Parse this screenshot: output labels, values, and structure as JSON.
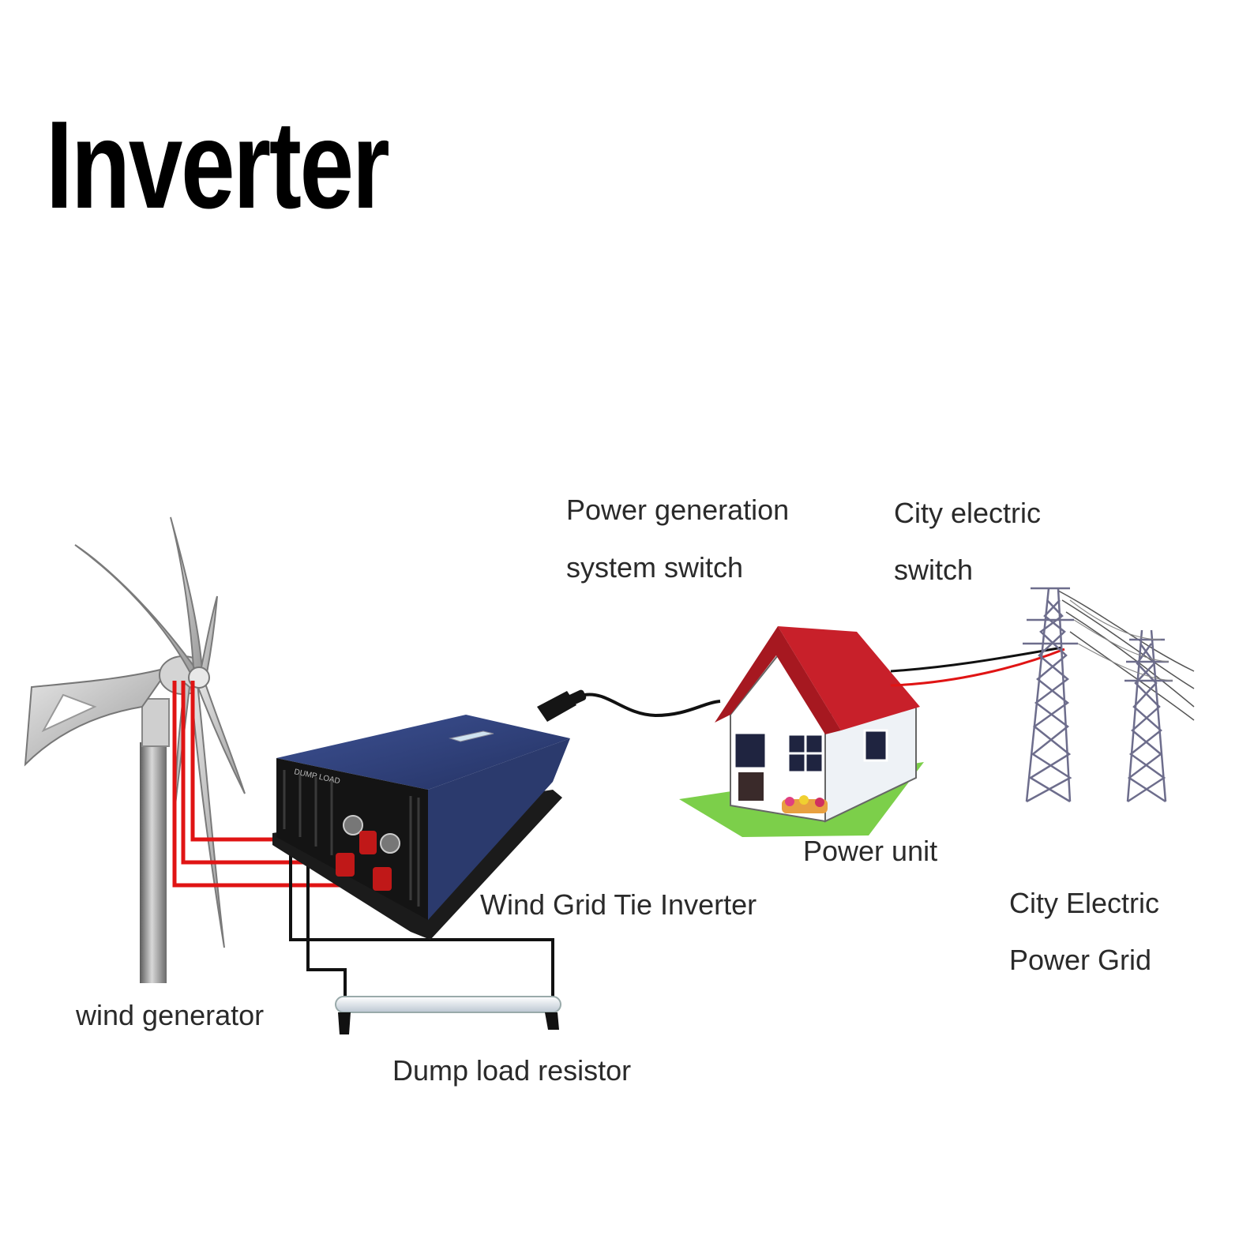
{
  "title": "Inverter",
  "labels": {
    "power_generation_switch_line1": "Power generation",
    "power_generation_switch_line2": "system switch",
    "city_electric_switch_line1": "City electric",
    "city_electric_switch_line2": "switch",
    "power_unit": "Power unit",
    "wind_grid_tie_inverter": "Wind Grid Tie Inverter",
    "city_grid_line1": "City Electric",
    "city_grid_line2": "Power Grid",
    "wind_generator": "wind generator",
    "dump_load_resistor": "Dump load resistor"
  },
  "inverter_panel_text": "DUMP LOAD",
  "colors": {
    "inverter_blue": "#2f3f73",
    "roof_red": "#c8202a",
    "wire_red": "#e01414",
    "wire_black": "#111111",
    "lawn_green": "#7ccf4a"
  },
  "icons": [
    "wind-turbine-icon",
    "inverter-icon",
    "house-icon",
    "power-tower-icon",
    "resistor-icon",
    "plug-icon"
  ]
}
